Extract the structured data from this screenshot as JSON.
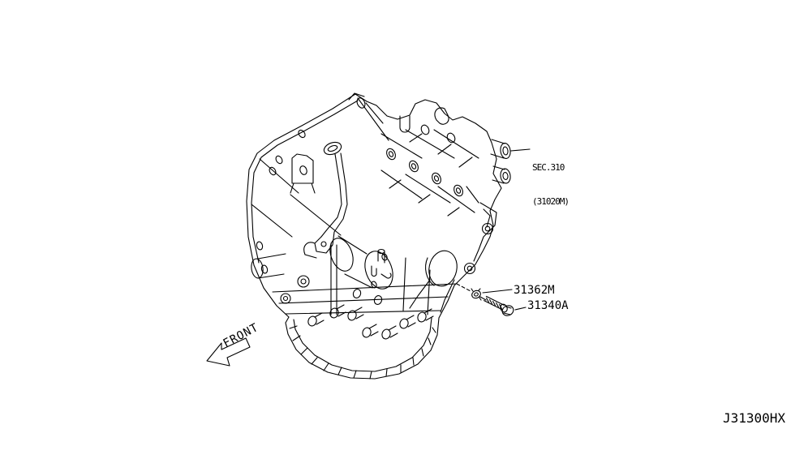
{
  "colors": {
    "background": "#ffffff",
    "line": "#000000"
  },
  "callouts": {
    "sec_ref": {
      "line1": "SEC.310",
      "line2": "(31020M)"
    },
    "washer": {
      "part_number": "31362M"
    },
    "bolt": {
      "part_number": "31340A"
    }
  },
  "annotations": {
    "front_label": "FRONT",
    "diagram_code": "J31300HX"
  },
  "icons": {
    "front_arrow": "open-arrow-pointing-lower-left"
  }
}
